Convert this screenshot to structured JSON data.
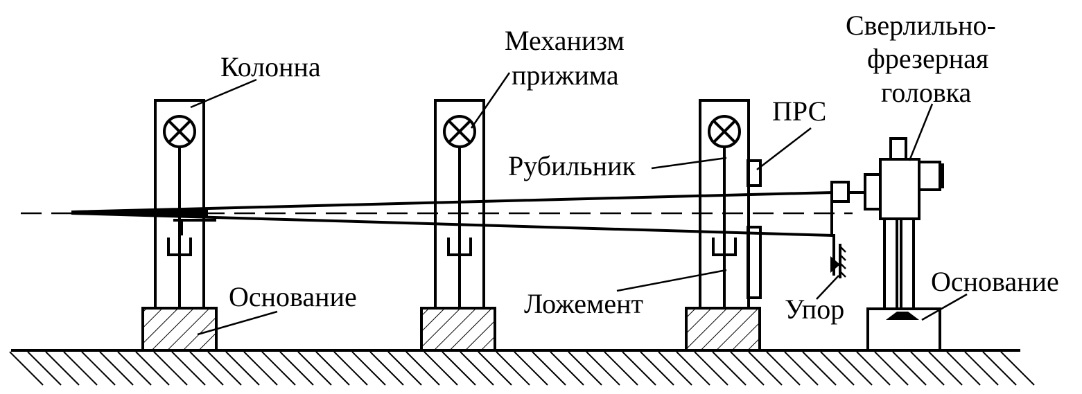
{
  "labels": {
    "kolonna": "Колонна",
    "mekhanizm_1": "Механизм",
    "mekhanizm_2": "прижима",
    "svrl_1": "Сверлильно-",
    "svrl_2": "фрезерная",
    "svrl_3": "головка",
    "prs": "ПРС",
    "rubilnik": "Рубильник",
    "osnovanie_left": "Основание",
    "lozhement": "Ложемент",
    "upor": "Упор",
    "osnovanie_right": "Основание"
  },
  "colors": {
    "ink": "#000000",
    "background": "#ffffff"
  }
}
